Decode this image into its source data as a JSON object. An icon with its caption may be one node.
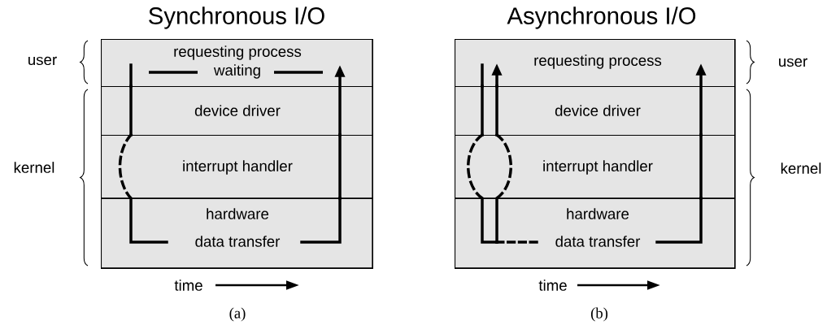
{
  "diagram": {
    "nodes": [
      {
        "text": [
          "Synchronous I/O"
        ],
        "beside": [
          "(a)"
        ]
      },
      {
        "text": [
          "requesting process",
          "waiting"
        ],
        "in": 0
      },
      {
        "text": [
          "device driver"
        ],
        "in": 0
      },
      {
        "text": [
          "interrupt handler"
        ],
        "in": 0
      },
      {
        "text": [
          "hardware",
          "data transfer"
        ],
        "in": 0
      },
      {
        "text": [
          "Asynchronous I/O"
        ],
        "beside": [
          "(b)"
        ]
      },
      {
        "text": [
          "requesting process"
        ],
        "in": 5
      },
      {
        "text": [
          "device driver"
        ],
        "in": 5
      },
      {
        "text": [
          "interrupt handler"
        ],
        "in": 5
      },
      {
        "text": [
          "hardware",
          "data transfer"
        ],
        "in": 5
      }
    ],
    "edges": [
      {
        "from": 1,
        "to": 2,
        "arrow": "none"
      },
      {
        "from": 2,
        "to": 3,
        "arrow": "none"
      },
      {
        "from": 3,
        "to": 4,
        "arrow": "none",
        "style": "dashed"
      },
      {
        "from": 4,
        "to": 3,
        "arrow": "none"
      },
      {
        "from": 3,
        "to": 2,
        "arrow": "none"
      },
      {
        "from": 2,
        "to": 1,
        "arrow": "to"
      },
      {
        "from": 6,
        "to": 7,
        "arrow": "none"
      },
      {
        "from": 7,
        "to": 8,
        "arrow": "none"
      },
      {
        "from": 8,
        "to": 9,
        "arrow": "none",
        "style": "dashed"
      },
      {
        "from": 9,
        "to": 8,
        "arrow": "none",
        "style": "dashed"
      },
      {
        "from": 8,
        "to": 7,
        "arrow": "none"
      },
      {
        "from": 7,
        "to": 6,
        "arrow": "to"
      },
      {
        "from": 9,
        "to": 8,
        "arrow": "none",
        "style": "dashed"
      },
      {
        "from": 8,
        "to": 7,
        "arrow": "none"
      },
      {
        "from": 7,
        "to": 6,
        "arrow": "to"
      }
    ],
    "labels": [
      "user",
      "kernel",
      "time",
      "user",
      "kernel",
      "time"
    ]
  }
}
